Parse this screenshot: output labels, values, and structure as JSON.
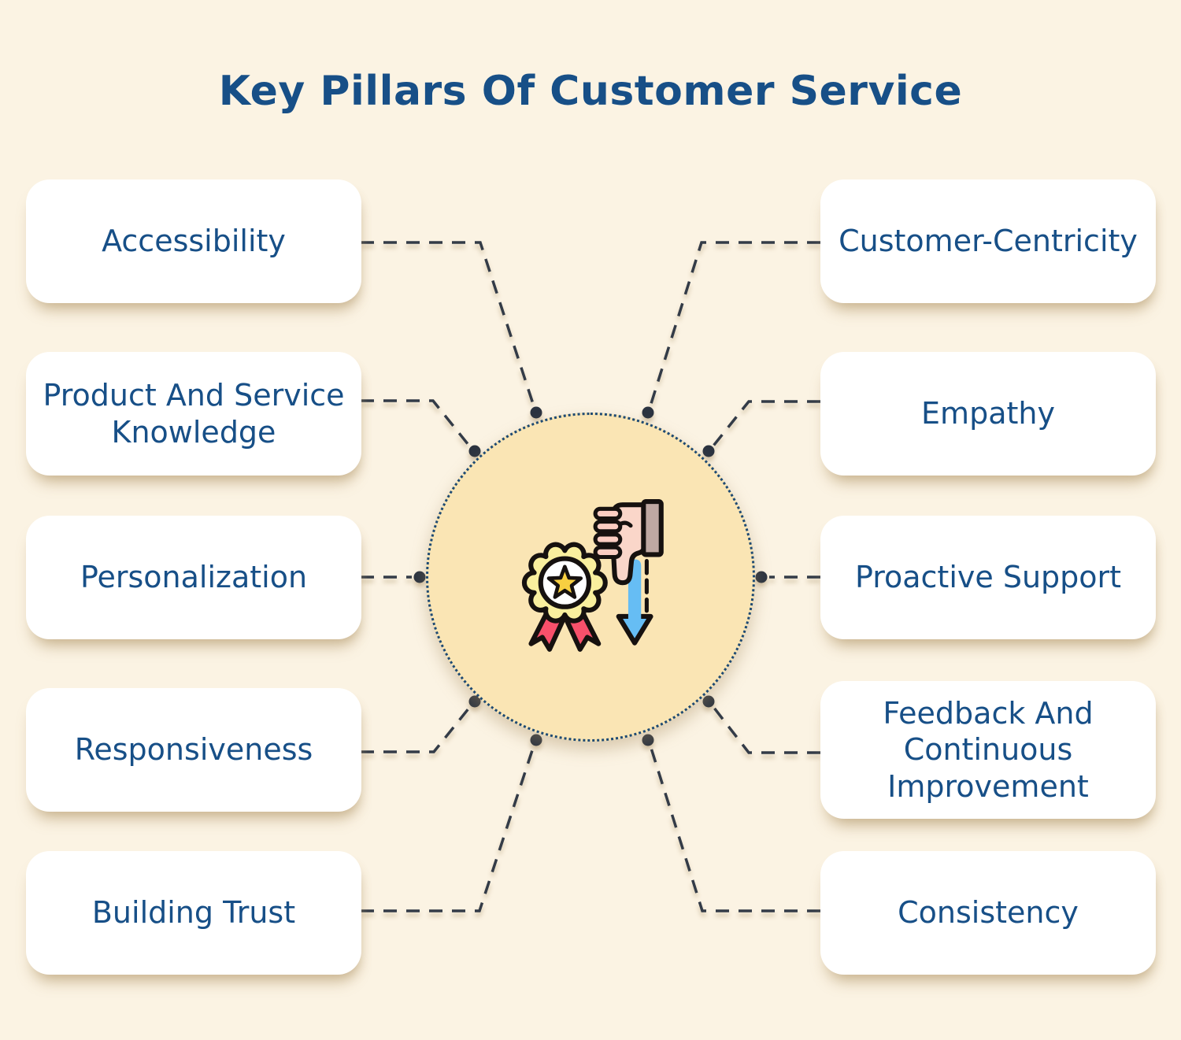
{
  "title": "Key Pillars Of Customer Service",
  "pillars": {
    "left": [
      {
        "id": "accessibility",
        "label": "Accessibility"
      },
      {
        "id": "product-and-service-knowledge",
        "label": "Product And Service Knowledge"
      },
      {
        "id": "personalization",
        "label": "Personalization"
      },
      {
        "id": "responsiveness",
        "label": "Responsiveness"
      },
      {
        "id": "building-trust",
        "label": "Building Trust"
      }
    ],
    "right": [
      {
        "id": "customer-centricity",
        "label": "Customer-Centricity"
      },
      {
        "id": "empathy",
        "label": "Empathy"
      },
      {
        "id": "proactive-support",
        "label": "Proactive Support"
      },
      {
        "id": "feedback-and-continuous-improvement",
        "label": "Feedback And Continuous Improvement"
      },
      {
        "id": "consistency",
        "label": "Consistency"
      }
    ]
  },
  "center": {
    "icon": "award-badge-thumbs-down-icon",
    "description": "Rosette award badge with star, thumbs-down hand and blue downward arrow"
  },
  "colors": {
    "bg": "#FBF3E3",
    "navy": "#174F87",
    "box-fill": "#FFFFFF",
    "shadow": "rgba(172,143,96,.42)",
    "circle-fill": "#FAE5B4",
    "circle-border": "#1E4A73",
    "connector": "#333B47",
    "dot": "#2B3340",
    "rosette": "#F9EF9E",
    "star": "#F7CF41",
    "ribbon": "#F8506B",
    "skin": "#FAD6C9",
    "finger": "#FBCDC2",
    "sleeve": "#BFA8A2",
    "arrow": "#66BDF4",
    "outline": "#16110F"
  }
}
